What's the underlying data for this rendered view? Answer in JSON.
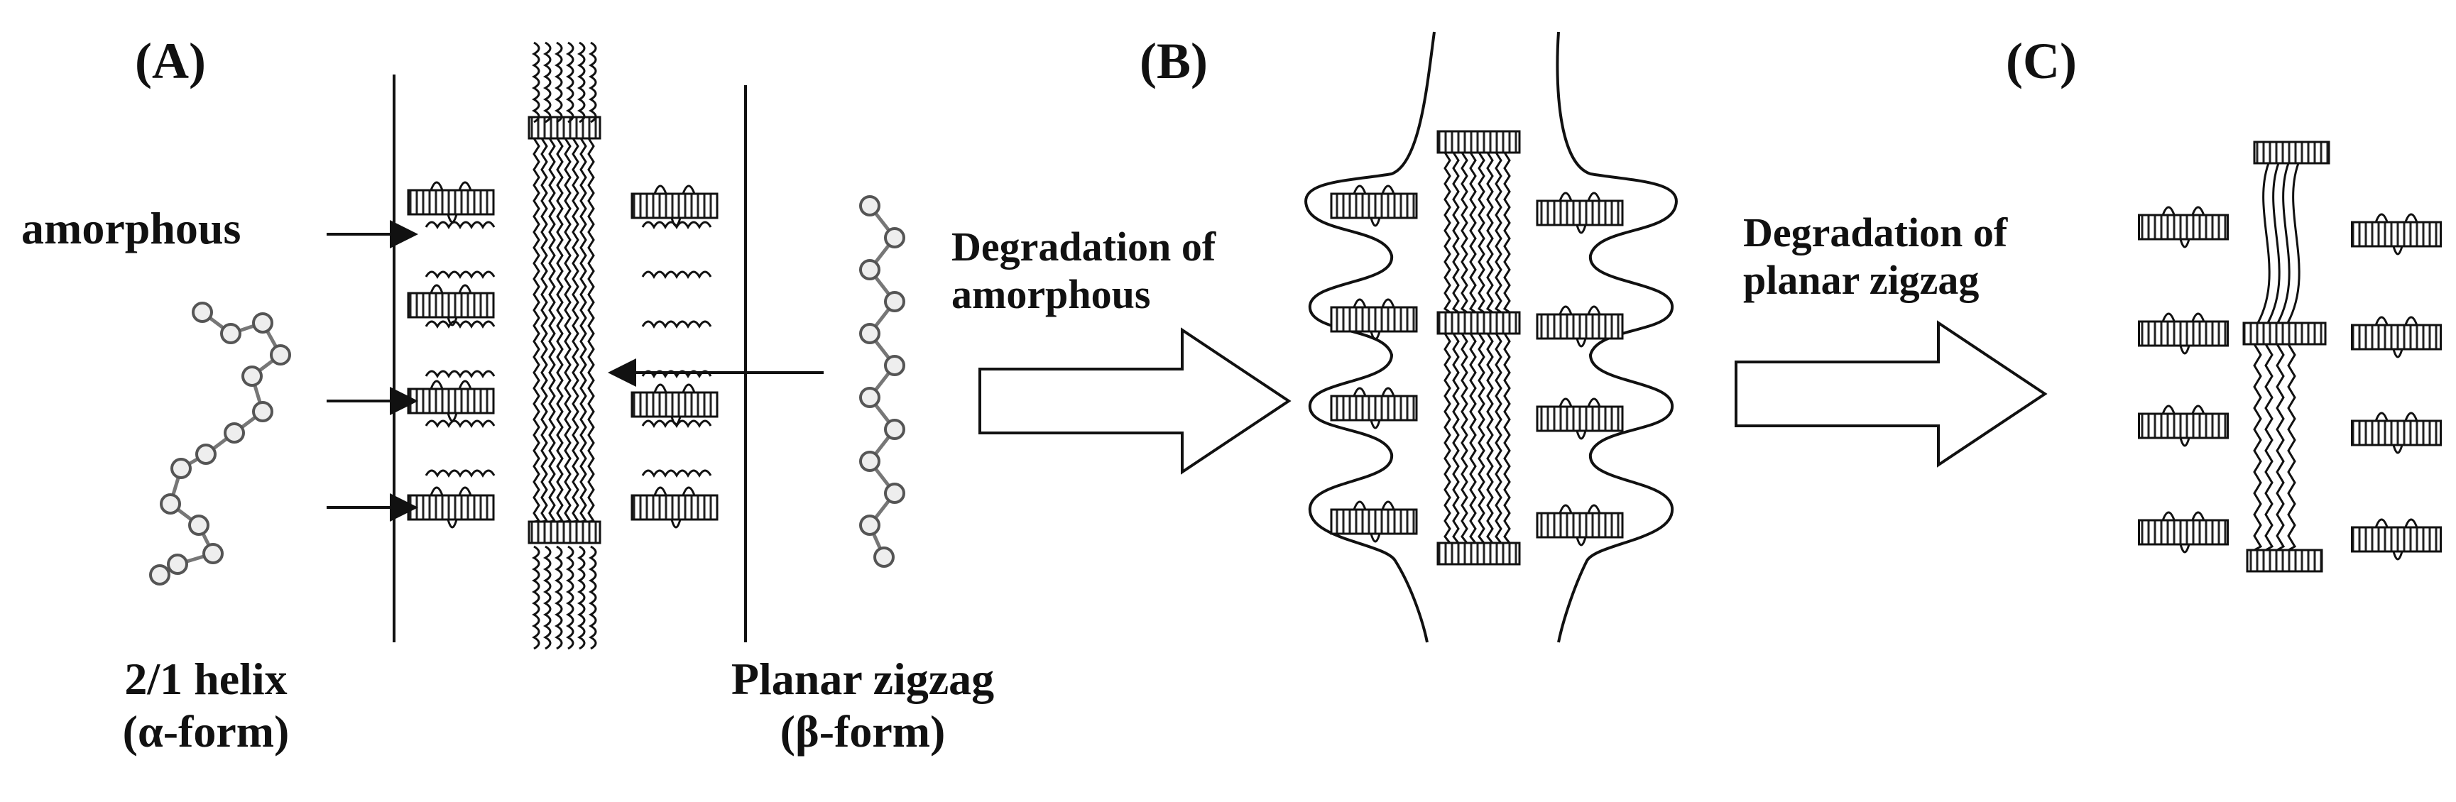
{
  "panels": {
    "a": "(A)",
    "b": "(B)",
    "c": "(C)"
  },
  "labels": {
    "amorphous": "amorphous",
    "helix_line1": "2/1 helix",
    "helix_line2": "(α-form)",
    "zigzag_line1": "Planar zigzag",
    "zigzag_line2": "(β-form)"
  },
  "steps": {
    "step1_line1": "Degradation of",
    "step1_line2": "amorphous",
    "step2_line1": "Degradation of",
    "step2_line2": "planar zigzag"
  }
}
